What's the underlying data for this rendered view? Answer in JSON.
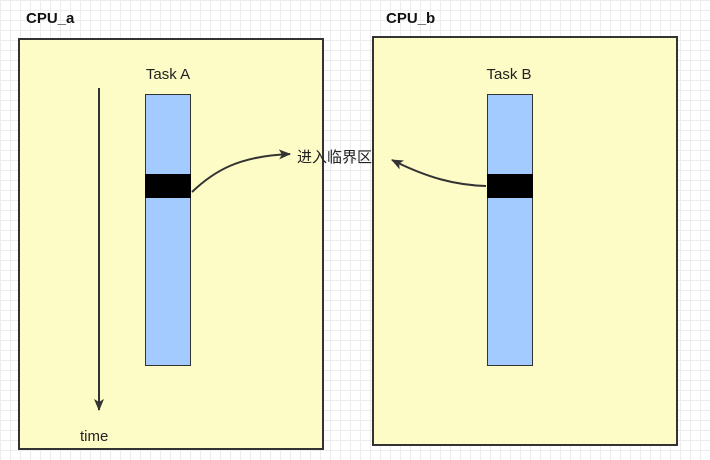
{
  "cpus": [
    {
      "label": "CPU_a",
      "task_label": "Task A"
    },
    {
      "label": "CPU_b",
      "task_label": "Task B"
    }
  ],
  "annotation": "进入临界区",
  "time_label": "time",
  "colors": {
    "cpu_fill": "#fdfbc6",
    "task_fill": "#a3cbff",
    "critical_section": "#000000",
    "stroke": "#333333"
  }
}
